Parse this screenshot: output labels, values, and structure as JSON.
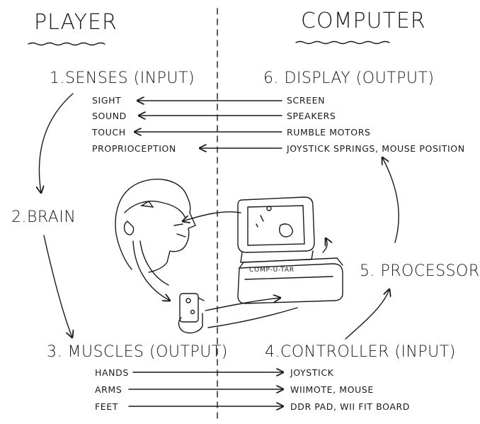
{
  "headers": {
    "player": "PLAYER",
    "computer": "COMPUTER"
  },
  "stages": {
    "senses": "1.SENSES (INPUT)",
    "brain": "2.BRAIN",
    "muscles": "3. MUSCLES (OUTPUT)",
    "controller": "4.CONTROLLER (INPUT)",
    "processor": "5. PROCESSOR",
    "display": "6. DISPLAY (OUTPUT)"
  },
  "senses_items": [
    "SIGHT",
    "SOUND",
    "TOUCH",
    "PROPRIOCEPTION"
  ],
  "display_items": [
    "SCREEN",
    "SPEAKERS",
    "RUMBLE MOTORS",
    "JOYSTICK SPRINGS, MOUSE POSITION"
  ],
  "muscle_items": [
    "HANDS",
    "ARMS",
    "FEET"
  ],
  "controller_items": [
    "JOYSTICK",
    "WIIMOTE, MOUSE",
    "DDR PAD, WII FIT BOARD"
  ],
  "computer_label": "COMP-U-TAR"
}
